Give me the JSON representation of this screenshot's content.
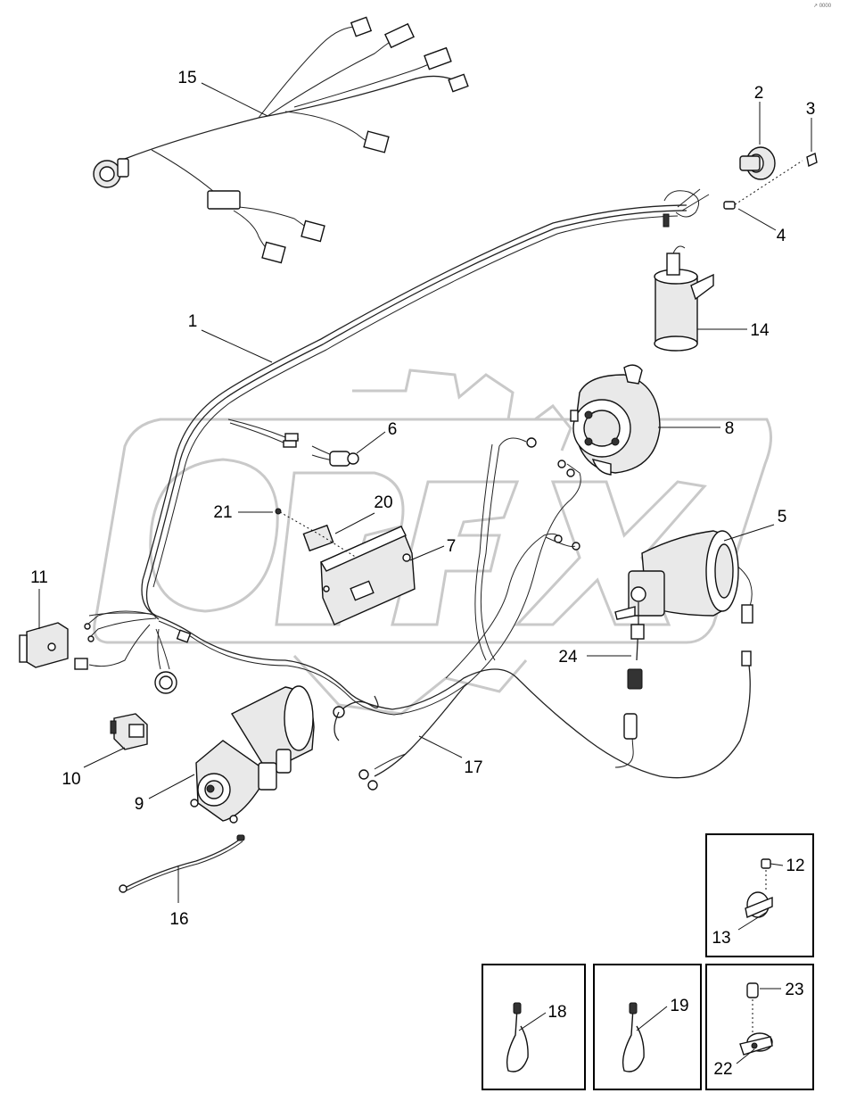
{
  "corner_mark": "↗ 0000",
  "callouts": [
    {
      "id": "1",
      "text": "1"
    },
    {
      "id": "2",
      "text": "2"
    },
    {
      "id": "3",
      "text": "3"
    },
    {
      "id": "4",
      "text": "4"
    },
    {
      "id": "5",
      "text": "5"
    },
    {
      "id": "6",
      "text": "6"
    },
    {
      "id": "7",
      "text": "7"
    },
    {
      "id": "8",
      "text": "8"
    },
    {
      "id": "9",
      "text": "9"
    },
    {
      "id": "10",
      "text": "10"
    },
    {
      "id": "11",
      "text": "11"
    },
    {
      "id": "12",
      "text": "12"
    },
    {
      "id": "13",
      "text": "13"
    },
    {
      "id": "14",
      "text": "14"
    },
    {
      "id": "15",
      "text": "15"
    },
    {
      "id": "16",
      "text": "16"
    },
    {
      "id": "17",
      "text": "17"
    },
    {
      "id": "18",
      "text": "18"
    },
    {
      "id": "19",
      "text": "19"
    },
    {
      "id": "20",
      "text": "20"
    },
    {
      "id": "21",
      "text": "21"
    },
    {
      "id": "22",
      "text": "22"
    },
    {
      "id": "23",
      "text": "23"
    },
    {
      "id": "24",
      "text": "24"
    }
  ],
  "watermark": {
    "text": "OPEX",
    "color": "#c9c9c9"
  }
}
